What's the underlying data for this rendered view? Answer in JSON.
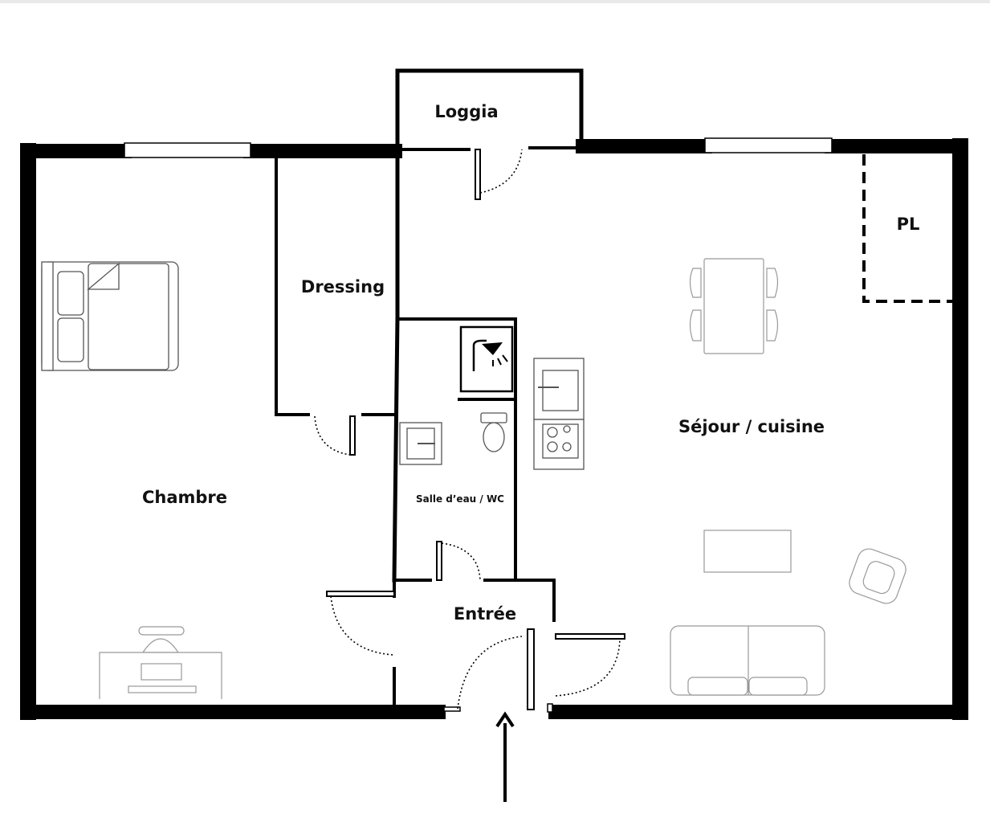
{
  "rooms": {
    "loggia": "Loggia",
    "pl": "PL",
    "dressing": "Dressing",
    "sejour": "Séjour / cuisine",
    "chambre": "Chambre",
    "salle_eau": "Salle d’eau / WC",
    "entree": "Entrée"
  },
  "colors": {
    "wall": "#000000",
    "furniture_stroke": "#555555",
    "background": "#ffffff"
  },
  "icons": [
    "bed-icon",
    "dining-table-icon",
    "shower-icon",
    "toilet-icon",
    "sink-icon",
    "kitchen-sink-icon",
    "cooktop-icon",
    "coffee-table-icon",
    "armchair-icon",
    "sofa-icon",
    "desk-icon",
    "office-chair-icon",
    "entrance-arrow-icon"
  ]
}
